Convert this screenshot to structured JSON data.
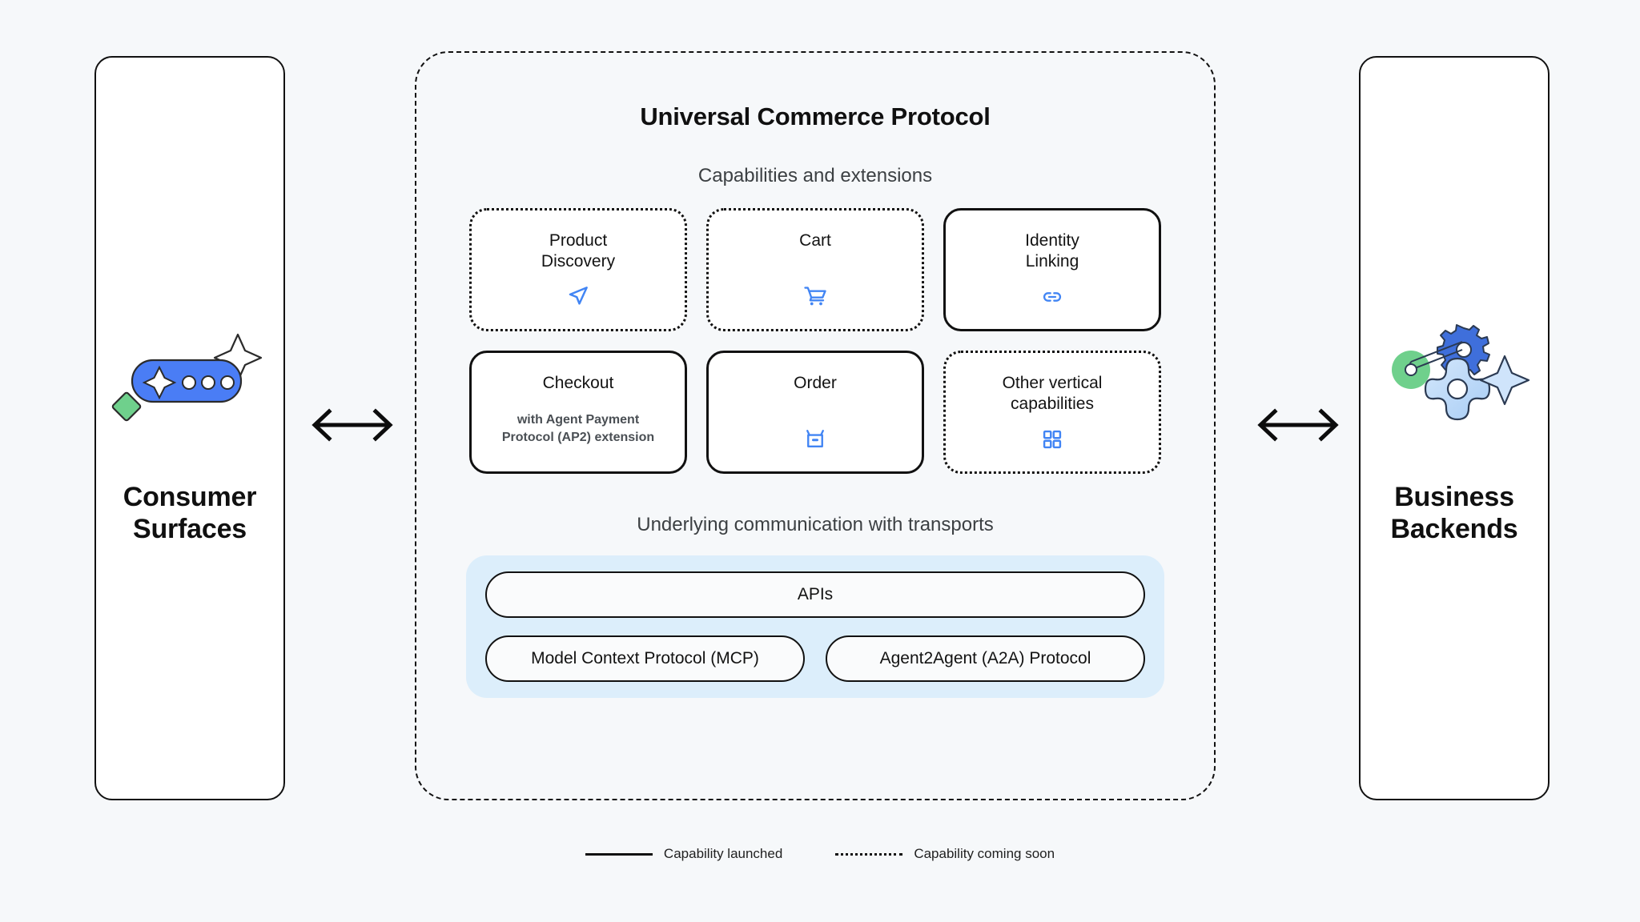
{
  "background_color": "#f6f8fa",
  "accent_color": "#4285f4",
  "transports_panel_color": "#dceefb",
  "left_panel": {
    "label": "Consumer\nSurfaces",
    "art_name": "chat-bubble-sparkle-illustration"
  },
  "right_panel": {
    "label": "Business\nBackends",
    "art_name": "gears-sparkle-illustration"
  },
  "connectors": {
    "left_name": "double-headed-arrow",
    "right_name": "double-headed-arrow"
  },
  "protocol": {
    "title": "Universal Commerce Protocol",
    "capabilities_heading": "Capabilities and extensions",
    "transports_heading": "Underlying communication with transports"
  },
  "capabilities": [
    {
      "title": "Product\nDiscovery",
      "subtitle": "",
      "status": "coming-soon",
      "icon": "navigation-arrow-icon"
    },
    {
      "title": "Cart",
      "subtitle": "",
      "status": "coming-soon",
      "icon": "shopping-cart-icon"
    },
    {
      "title": "Identity\nLinking",
      "subtitle": "",
      "status": "launched",
      "icon": "link-icon"
    },
    {
      "title": "Checkout",
      "subtitle": "with Agent Payment\nProtocol (AP2) extension",
      "status": "launched",
      "icon": ""
    },
    {
      "title": "Order",
      "subtitle": "",
      "status": "launched",
      "icon": "basket-icon"
    },
    {
      "title": "Other vertical\ncapabilities",
      "subtitle": "",
      "status": "coming-soon",
      "icon": "grid-icon"
    }
  ],
  "transports": {
    "primary": "APIs",
    "secondary": [
      "Model Context Protocol (MCP)",
      "Agent2Agent (A2A) Protocol"
    ]
  },
  "legend": [
    {
      "label": "Capability launched",
      "style": "solid"
    },
    {
      "label": "Capability coming soon",
      "style": "dotted"
    }
  ]
}
